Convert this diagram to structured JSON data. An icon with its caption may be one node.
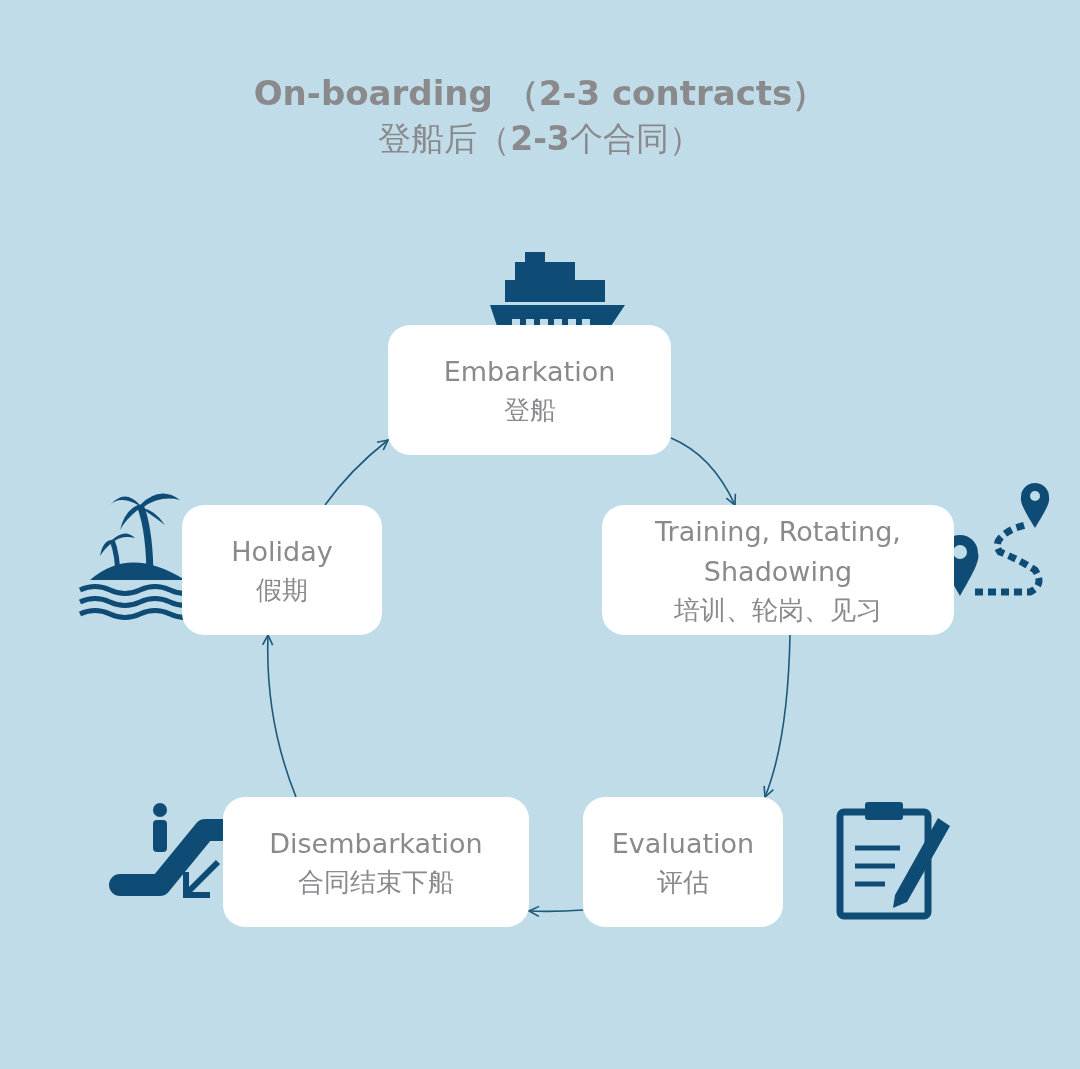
{
  "diagram": {
    "title": "On-boarding （2-3 contracts）",
    "nodes": [
      {
        "text": [
          "Embarkation",
          "登船"
        ]
      },
      {
        "text": [
          "Training, Rotating, Shadowing",
          "培训、轮岗、见习"
        ]
      },
      {
        "text": [
          "Evaluation",
          "评估"
        ]
      },
      {
        "text": [
          "Disembarkation",
          "合同结束下船"
        ]
      },
      {
        "text": [
          "Holiday",
          "假期"
        ]
      }
    ],
    "edges": [
      {
        "from": 0,
        "to": 1,
        "arrow": "to"
      },
      {
        "from": 1,
        "to": 2,
        "arrow": "to"
      },
      {
        "from": 2,
        "to": 3,
        "arrow": "to"
      },
      {
        "from": 3,
        "to": 4,
        "arrow": "to"
      },
      {
        "from": 4,
        "to": 0,
        "arrow": "to"
      }
    ],
    "labels": [
      "登船后（**2-3**个合同）"
    ]
  }
}
